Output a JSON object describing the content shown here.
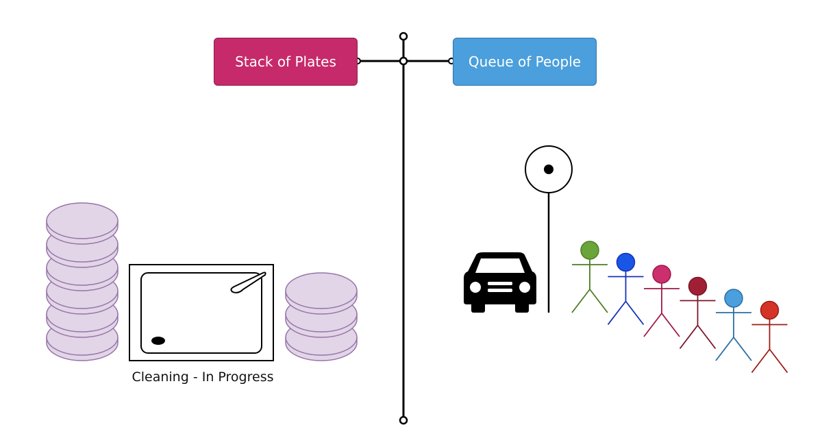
{
  "labels": {
    "stack": "Stack of Plates",
    "queue": "Queue of People",
    "sink_caption": "Cleaning - In Progress"
  },
  "colors": {
    "stack_box": "#c62a6a",
    "queue_box": "#4a9fdc",
    "plate_fill": "#e1d5e7",
    "plate_stroke": "#9673a6",
    "line": "#000000"
  },
  "plates": {
    "left_stack_count": 6,
    "right_stack_count": 3
  },
  "people": [
    {
      "color": "#4d7b22",
      "head": "#6aa539"
    },
    {
      "color": "#1430bb",
      "head": "#1a56e6"
    },
    {
      "color": "#9e1747",
      "head": "#cc2f6e"
    },
    {
      "color": "#7b1628",
      "head": "#a11f35"
    },
    {
      "color": "#2a6ea3",
      "head": "#4a9fdc"
    },
    {
      "color": "#9b1b14",
      "head": "#d43426"
    }
  ],
  "icons": [
    "car-icon",
    "sign-post-icon",
    "sink-icon",
    "plate-icon",
    "person-icon"
  ]
}
